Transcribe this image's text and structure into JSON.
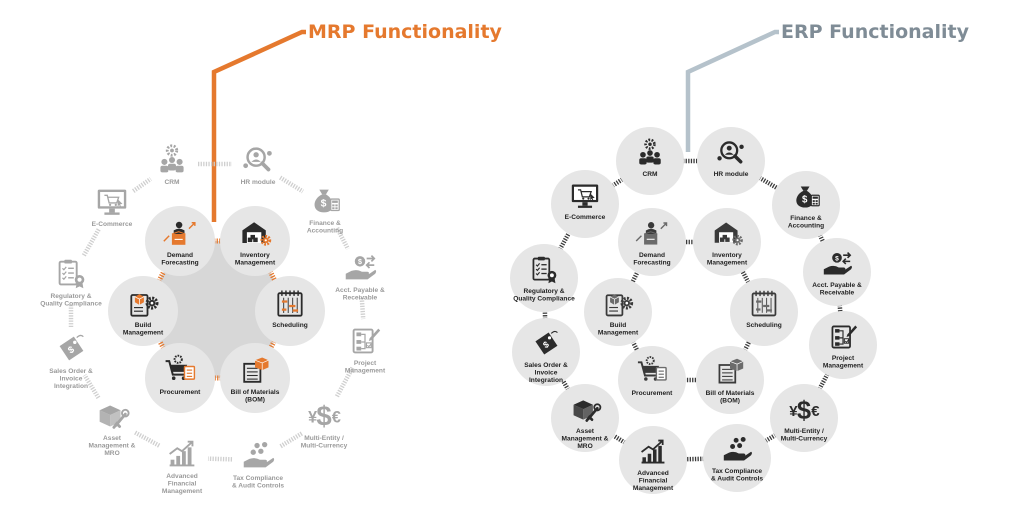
{
  "colors": {
    "mrp_accent": "#e5792e",
    "erp_accent": "#b5c2cb",
    "active_fill": "#e6e6e6",
    "icon_dark": "#2b2b2b",
    "faded": "#a6a6a6",
    "label_dark": "#222222",
    "label_faded": "#9a9a9a"
  },
  "mrp": {
    "title": "MRP Functionality",
    "core_modules": [
      {
        "key": "demand",
        "label": [
          "Demand",
          "Forecasting"
        ],
        "icon": "forecast-chart-icon"
      },
      {
        "key": "inventory",
        "label": [
          "Inventory",
          "Management"
        ],
        "icon": "warehouse-gear-icon"
      },
      {
        "key": "scheduling",
        "label": [
          "Scheduling"
        ],
        "icon": "calendar-icon"
      },
      {
        "key": "bom",
        "label": [
          "Bill of Materials",
          "(BOM)"
        ],
        "icon": "document-box-icon"
      },
      {
        "key": "procurement",
        "label": [
          "Procurement"
        ],
        "icon": "shopping-cart-icon"
      },
      {
        "key": "build",
        "label": [
          "Build",
          "Management"
        ],
        "icon": "clipboard-gear-icon"
      }
    ],
    "outer_modules": [
      {
        "key": "crm",
        "label": [
          "CRM"
        ],
        "icon": "people-gear-icon"
      },
      {
        "key": "hr",
        "label": [
          "HR module"
        ],
        "icon": "magnifier-person-icon"
      },
      {
        "key": "finance",
        "label": [
          "Finance &",
          "Accounting"
        ],
        "icon": "money-bag-icon"
      },
      {
        "key": "acct",
        "label": [
          "Acct. Payable &",
          "Receivable"
        ],
        "icon": "hand-money-icon"
      },
      {
        "key": "project",
        "label": [
          "Project",
          "Management"
        ],
        "icon": "flowchart-pen-icon"
      },
      {
        "key": "multi",
        "label": [
          "Multi-Entity /",
          "Multi-Currency"
        ],
        "icon": "currency-symbols-icon"
      },
      {
        "key": "tax",
        "label": [
          "Tax Compliance",
          "& Audit Controls"
        ],
        "icon": "hand-coins-icon"
      },
      {
        "key": "advfin",
        "label": [
          "Advanced",
          "Financial",
          "Management"
        ],
        "icon": "rising-chart-icon"
      },
      {
        "key": "asset",
        "label": [
          "Asset",
          "Management &",
          "MRO"
        ],
        "icon": "box-wrench-icon"
      },
      {
        "key": "sales",
        "label": [
          "Sales Order &",
          "Invoice",
          "Integration"
        ],
        "icon": "price-tag-icon"
      },
      {
        "key": "reg",
        "label": [
          "Regulatory &",
          "Quality Compliance"
        ],
        "icon": "checklist-badge-icon"
      },
      {
        "key": "ecom",
        "label": [
          "E-Commerce"
        ],
        "icon": "monitor-cart-icon"
      }
    ]
  },
  "erp": {
    "title": "ERP Functionality",
    "core_modules": [
      {
        "key": "demand",
        "label": [
          "Demand",
          "Forecasting"
        ],
        "icon": "forecast-chart-icon"
      },
      {
        "key": "inventory",
        "label": [
          "Inventory",
          "Management"
        ],
        "icon": "warehouse-gear-icon"
      },
      {
        "key": "scheduling",
        "label": [
          "Scheduling"
        ],
        "icon": "calendar-icon"
      },
      {
        "key": "bom",
        "label": [
          "Bill of Materials",
          "(BOM)"
        ],
        "icon": "document-box-icon"
      },
      {
        "key": "procurement",
        "label": [
          "Procurement"
        ],
        "icon": "shopping-cart-icon"
      },
      {
        "key": "build",
        "label": [
          "Build",
          "Management"
        ],
        "icon": "clipboard-gear-icon"
      }
    ],
    "outer_modules": [
      {
        "key": "crm",
        "label": [
          "CRM"
        ],
        "icon": "people-gear-icon"
      },
      {
        "key": "hr",
        "label": [
          "HR module"
        ],
        "icon": "magnifier-person-icon"
      },
      {
        "key": "finance",
        "label": [
          "Finance &",
          "Accounting"
        ],
        "icon": "money-bag-icon"
      },
      {
        "key": "acct",
        "label": [
          "Acct. Payable &",
          "Receivable"
        ],
        "icon": "hand-money-icon"
      },
      {
        "key": "project",
        "label": [
          "Project",
          "Management"
        ],
        "icon": "flowchart-pen-icon"
      },
      {
        "key": "multi",
        "label": [
          "Multi-Entity /",
          "Multi-Currency"
        ],
        "icon": "currency-symbols-icon"
      },
      {
        "key": "tax",
        "label": [
          "Tax Compliance",
          "& Audit Controls"
        ],
        "icon": "hand-coins-icon"
      },
      {
        "key": "advfin",
        "label": [
          "Advanced",
          "Financial",
          "Management"
        ],
        "icon": "rising-chart-icon"
      },
      {
        "key": "asset",
        "label": [
          "Asset",
          "Management &",
          "MRO"
        ],
        "icon": "box-wrench-icon"
      },
      {
        "key": "sales",
        "label": [
          "Sales Order &",
          "Invoice",
          "Integration"
        ],
        "icon": "price-tag-icon"
      },
      {
        "key": "reg",
        "label": [
          "Regulatory &",
          "Quality Compliance"
        ],
        "icon": "checklist-badge-icon"
      },
      {
        "key": "ecom",
        "label": [
          "E-Commerce"
        ],
        "icon": "monitor-cart-icon"
      }
    ]
  }
}
